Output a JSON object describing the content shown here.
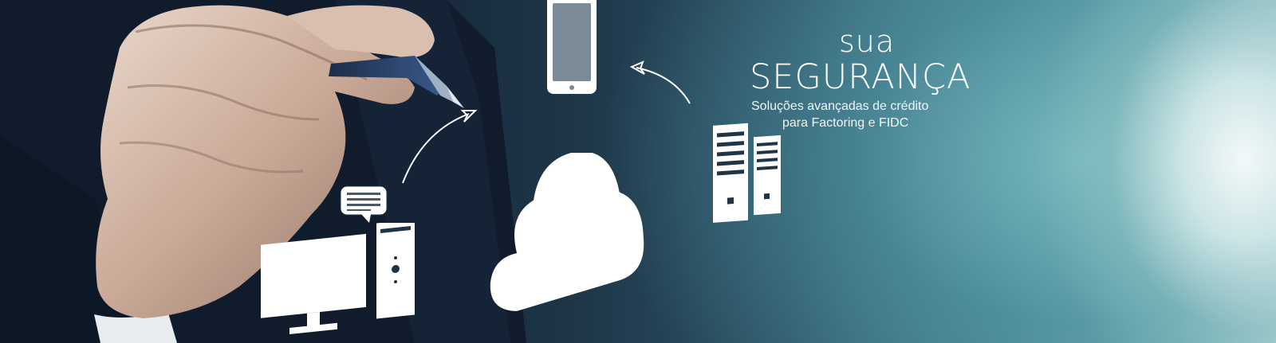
{
  "banner": {
    "headline_small": "sua",
    "headline_large": "SEGURANÇA",
    "subline_1": "Soluções avançadas de crédito",
    "subline_2": "para Factoring e FIDC"
  },
  "icons": [
    "tablet-icon",
    "cloud-icon",
    "server-tower-icon",
    "desktop-computer-icon",
    "chat-bubble-icon",
    "curved-arrow-icon"
  ],
  "colors": {
    "icon_fill": "#ffffff",
    "text": "#ffffff",
    "suit_dark": "#0f1a28",
    "accent_teal": "#4b8390"
  }
}
